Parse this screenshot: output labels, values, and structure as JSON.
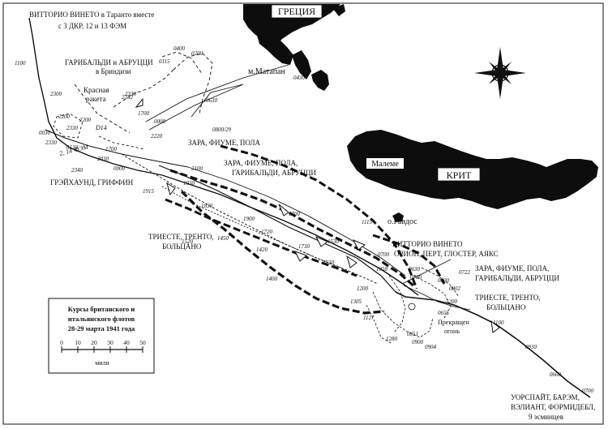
{
  "map": {
    "countries": {
      "greece": "ГРЕЦИЯ",
      "crete": "КРИТ"
    },
    "places": {
      "matapan": "м.Матапан",
      "maleme": "Малеме",
      "gavdos": "о.Гавдос"
    },
    "annotations": {
      "vitt_start_1": "ВИТТОРИО ВИНЕТО в Таранто вместе",
      "vitt_start_2": "с 3 ДКР, 12 и 13 ФЭМ",
      "garib_1": "ГАРИБАЛЬДИ и АБРУЦЦИ",
      "garib_2": "в Бриндизи",
      "flare_1": "Красная",
      "flare_2": "ракета",
      "zfp_1": "ЗАРА, ФИУМЕ, ПОЛА",
      "zfpga_1": "ЗАРА, ФИУМЕ, ПОЛА,",
      "zfpga_2": "ГАРИБАЛЬДИ, АБРУЦЦИ",
      "greyhound": "ГРЭЙХАУНД, ГРИФФИН",
      "ttb_1": "ТРИЕСТЕ, ТРЕНТО,",
      "ttb_2": "БОЛЬЦАНО",
      "vitt_2": "ВИТТОРИО ВИНЕТО",
      "orion": "ОРИОН, ПЕРТ, ГЛОСТЕР, АЯКС",
      "zfpga2_1": "ЗАРА, ФИУМЕ, ПОЛА,",
      "zfpga2_2": "ГАРИБАЛЬДИ, АБРУЦЦИ",
      "ttb2_1": "ТРИЕСТЕ, ТРЕНТО,",
      "ttb2_2": "БОЛЬЦАНО",
      "ceasefire_1": "Прекращен",
      "ceasefire_2": "огонь",
      "warspite_1": "УОРСПАЙТ, БАРЭМ,",
      "warspite_2": "ВЭЛИАНТ, ФОРМИДЕБЛ,",
      "warspite_3": "9 эсминцев",
      "d14": "D14",
      "fem14": "2, 14 ФЭМ"
    },
    "legend": {
      "title_1": "Курсы британского и",
      "title_2": "итальянского флотов",
      "title_3": "28-29 марта 1941 года",
      "scale_ticks": [
        "0",
        "10",
        "20",
        "30",
        "40",
        "50"
      ],
      "scale_unit": "мили"
    },
    "times": [
      "1100",
      "2300",
      "2200",
      "2330",
      "2200",
      "0030",
      "2330",
      "0130",
      "2030",
      "2340",
      "0000",
      "1915",
      "1700",
      "2330",
      "2220",
      "0000",
      "1700",
      "2100",
      "1930",
      "1830",
      "1900",
      "1720",
      "1700",
      "1530",
      "1450",
      "1520",
      "1420",
      "1400",
      "1730",
      "1530",
      "1115",
      "0700",
      "1058",
      "0630",
      "0700",
      "0800",
      "0722",
      "0802",
      "1200",
      "1200",
      "0655",
      "1305",
      "1127",
      "0851",
      "0900",
      "0904",
      "1280",
      "1100",
      "0930",
      "0700",
      "0115",
      "0400",
      "0200",
      "0630",
      "0800/29",
      "0430",
      "0600",
      "2332"
    ],
    "compass": "compass-rose"
  }
}
